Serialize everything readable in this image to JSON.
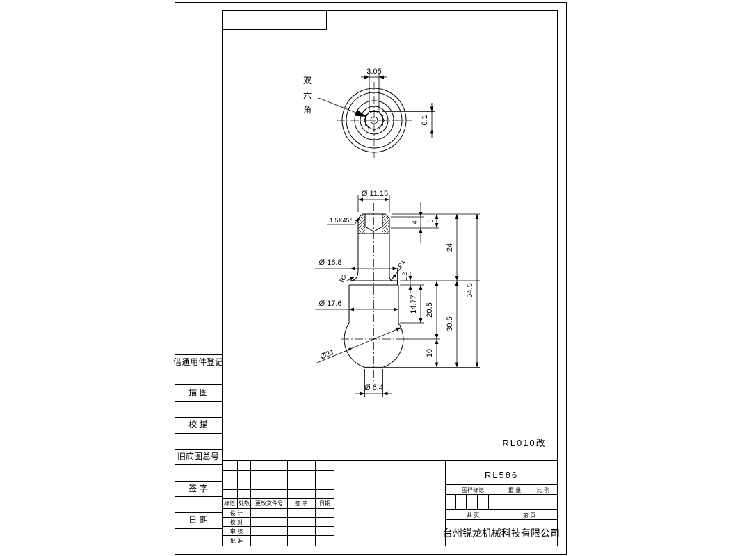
{
  "drawing": {
    "top_view": {
      "label_chars": [
        "双",
        "六",
        "角"
      ],
      "dim_hex_flat": "3.05",
      "dim_hex_across": "6.1"
    },
    "side_view": {
      "dim_head_diameter": "Ø 11.15",
      "dim_chamfer": "1.5X45°",
      "dim_socket_depth": "4",
      "dim_socket_total": "5",
      "dim_upper_length": "24",
      "dim_total_length": "54.5",
      "dim_flange_diameter": "Ø 16.8",
      "dim_fillet_right": "R1",
      "dim_fillet_left": "R3",
      "dim_flange_thickness": "1.2",
      "dim_neck_diameter": "Ø 17.6",
      "dim_neck_length": "14.77",
      "dim_to_ball_center": "20.5",
      "dim_lower_length": "30.5",
      "dim_ball_diameter": "Ø21",
      "dim_ball_half": "10",
      "dim_bottom_flat": "Ø 6.4"
    },
    "drawing_code": "RL010改"
  },
  "side_strip": [
    "借通用件登记",
    "描 图",
    "校 描",
    "旧底图总号",
    "签 字",
    "日 期"
  ],
  "title_block": {
    "revision_headers": [
      "标记",
      "处数",
      "更改文件号",
      "签 字",
      "日期"
    ],
    "roles": [
      "设 计",
      "校 对",
      "审 核",
      "批 准"
    ],
    "part_number": "RL586",
    "drawing_mark_label": "图样标记",
    "weight_label": "重 量",
    "scale_label": "比 例",
    "total_sheets_label": "共 页",
    "sheet_label": "第 页",
    "company": "台州锐龙机械科技有限公司"
  }
}
